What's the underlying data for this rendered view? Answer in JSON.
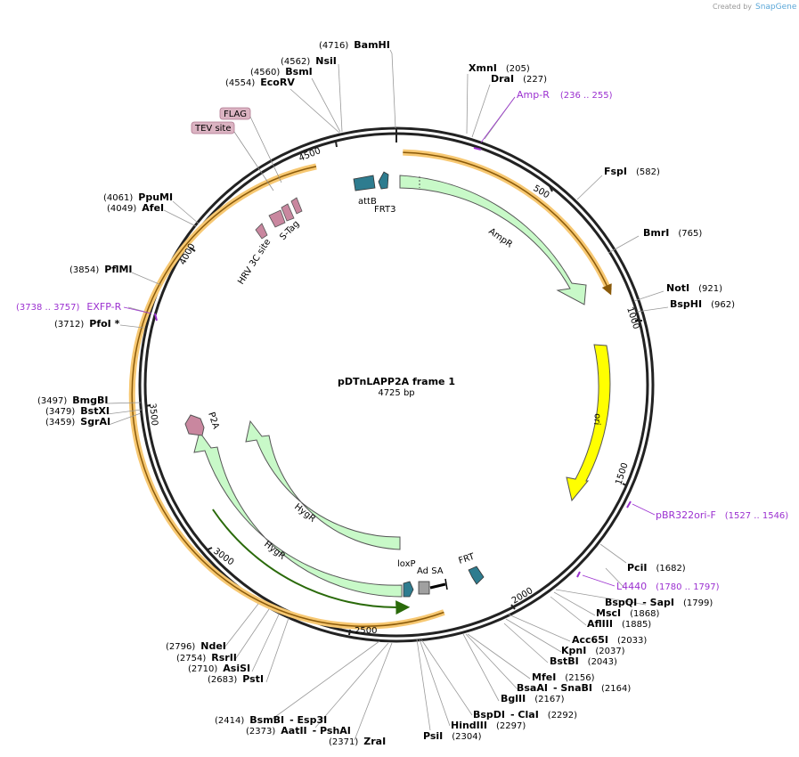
{
  "credit": {
    "prefix": "Created by",
    "brand": "SnapGene"
  },
  "plasmid": {
    "name": "pDTnLAPP2A frame 1",
    "length_label": "4725 bp"
  },
  "ticks": [
    "500",
    "1000",
    "1500",
    "2000",
    "2500",
    "3000",
    "3500",
    "4000",
    "4500"
  ],
  "sites": [
    {
      "name": "BamHI",
      "pos": "(4716)"
    },
    {
      "name": "NsiI",
      "pos": "(4562)"
    },
    {
      "name": "BsmI",
      "pos": "(4560)"
    },
    {
      "name": "EcoRV",
      "pos": "(4554)"
    },
    {
      "name": "XmnI",
      "pos": "(205)"
    },
    {
      "name": "DraI",
      "pos": "(227)"
    },
    {
      "name": "FspI",
      "pos": "(582)"
    },
    {
      "name": "BmrI",
      "pos": "(765)"
    },
    {
      "name": "NotI",
      "pos": "(921)"
    },
    {
      "name": "BspHI",
      "pos": "(962)"
    },
    {
      "name": "PpuMI",
      "pos": "(4061)"
    },
    {
      "name": "AfeI",
      "pos": "(4049)"
    },
    {
      "name": "PflMI",
      "pos": "(3854)"
    },
    {
      "name": "PfoI *",
      "pos": "(3712)"
    },
    {
      "name": "BmgBI",
      "pos": "(3497)"
    },
    {
      "name": "BstXI",
      "pos": "(3479)"
    },
    {
      "name": "SgrAI",
      "pos": "(3459)"
    },
    {
      "name": "PciI",
      "pos": "(1682)"
    },
    {
      "name": "BspQI",
      "pos": ""
    },
    {
      "name": "- SapI",
      "pos": "(1799)"
    },
    {
      "name": "MscI",
      "pos": "(1868)"
    },
    {
      "name": "AflIII",
      "pos": "(1885)"
    },
    {
      "name": "Acc65I",
      "pos": "(2033)"
    },
    {
      "name": "KpnI",
      "pos": "(2037)"
    },
    {
      "name": "BstBI",
      "pos": "(2043)"
    },
    {
      "name": "MfeI",
      "pos": "(2156)"
    },
    {
      "name": "BsaAI",
      "pos": ""
    },
    {
      "name": "- SnaBI",
      "pos": "(2164)"
    },
    {
      "name": "BglII",
      "pos": "(2167)"
    },
    {
      "name": "BspDI",
      "pos": ""
    },
    {
      "name": "- ClaI",
      "pos": "(2292)"
    },
    {
      "name": "HindIII",
      "pos": "(2297)"
    },
    {
      "name": "PsiI",
      "pos": "(2304)"
    },
    {
      "name": "ZraI",
      "pos": "(2371)"
    },
    {
      "name": "AatII",
      "pos": ""
    },
    {
      "name": "- PshAI",
      "pos": "(2373)"
    },
    {
      "name": "BsmBI",
      "pos": ""
    },
    {
      "name": "- Esp3I",
      "pos": "(2414)"
    },
    {
      "name": "PstI",
      "pos": "(2683)"
    },
    {
      "name": "AsiSI",
      "pos": "(2710)"
    },
    {
      "name": "RsrII",
      "pos": "(2754)"
    },
    {
      "name": "NdeI",
      "pos": "(2796)"
    }
  ],
  "primers": [
    {
      "name": "Amp-R",
      "range": "(236 .. 255)"
    },
    {
      "name": "EXFP-R",
      "range": "(3738 .. 3757)"
    },
    {
      "name": "pBR322ori-F",
      "range": "(1527 .. 1546)"
    },
    {
      "name": "L4440",
      "range": "(1780 .. 1797)"
    }
  ],
  "features": {
    "ampr": "AmpR",
    "ori": "ori",
    "hygr_inner": "HygR",
    "hygr_outer": "HygR",
    "p2a": "P2A",
    "attb": "attB",
    "frt3": "FRT3",
    "hrv": "HRV 3C site",
    "stag": "S-Tag",
    "loxp": "loxP",
    "adsa": "Ad SA",
    "frt": "FRT",
    "flag": "FLAG",
    "tev": "TEV site"
  },
  "colors": {
    "ampr": "#c8f9c8",
    "hygr": "#c8f9c8",
    "ori": "#ffff00",
    "teal": "#2e7c8f",
    "pink": "#c9879f",
    "primer": "#9b30d0",
    "orf_band": "#f7c872",
    "orf_line": "#8a5a0a",
    "green_line": "#2a6a0a"
  }
}
